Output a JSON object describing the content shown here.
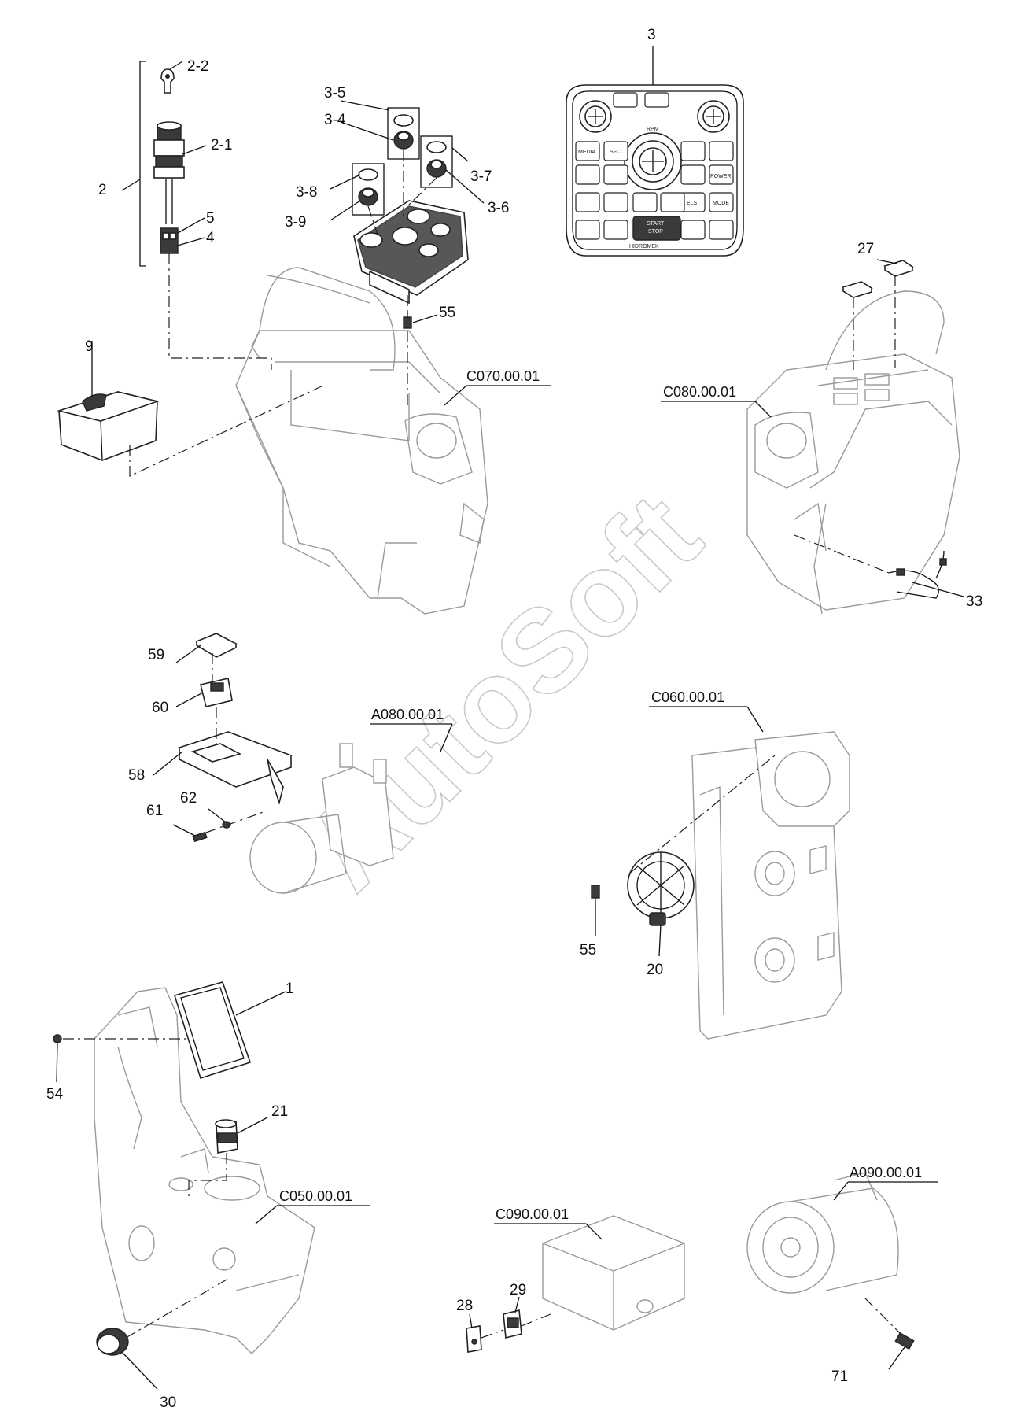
{
  "watermark": "AutoSoft",
  "callouts": {
    "c2_2": "2-2",
    "c2_1": "2-1",
    "c2": "2",
    "c5": "5",
    "c4": "4",
    "c3_5": "3-5",
    "c3_4": "3-4",
    "c3_8": "3-8",
    "c3_9": "3-9",
    "c3_7": "3-7",
    "c3_6": "3-6",
    "c3": "3",
    "c55a": "55",
    "c9": "9",
    "c27": "27",
    "c33": "33",
    "c59": "59",
    "c60": "60",
    "c58": "58",
    "c61": "61",
    "c62": "62",
    "c55b": "55",
    "c20": "20",
    "c1": "1",
    "c54": "54",
    "c21": "21",
    "c30": "30",
    "c28": "28",
    "c29": "29",
    "c71": "71"
  },
  "references": {
    "r_c070": "C070.00.01",
    "r_c080": "C080.00.01",
    "r_a080": "A080.00.01",
    "r_c060": "C060.00.01",
    "r_c050": "C050.00.01",
    "r_c090": "C090.00.01",
    "r_a090": "A090.00.01"
  },
  "keypad_text": {
    "rpm": "RPM",
    "start": "START",
    "stop": "STOP",
    "brand": "HIDROMEK",
    "power": "POWER",
    "media": "MEDIA",
    "sfc": "SFC",
    "els": "ELS",
    "mode": "MODE"
  }
}
